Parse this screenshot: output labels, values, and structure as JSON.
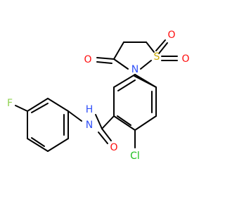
{
  "molecule": {
    "atoms": {
      "o_ketone": {
        "symbol": "O",
        "color": "#ff0d0d"
      },
      "n_ring": {
        "symbol": "N",
        "color": "#3050f8"
      },
      "s_ring": {
        "symbol": "S",
        "color": "#c9a800"
      },
      "o_s_top": {
        "symbol": "O",
        "color": "#ff0d0d"
      },
      "o_s_right": {
        "symbol": "O",
        "color": "#ff0d0d"
      },
      "n_amide": {
        "symbol": "N",
        "color": "#3050f8"
      },
      "h_amide": {
        "symbol": "H",
        "color": "#3050f8"
      },
      "o_amide": {
        "symbol": "O",
        "color": "#ff0d0d"
      },
      "cl": {
        "symbol": "Cl",
        "color": "#1fbf1f"
      },
      "f": {
        "symbol": "F",
        "color": "#8fd14f"
      }
    }
  }
}
